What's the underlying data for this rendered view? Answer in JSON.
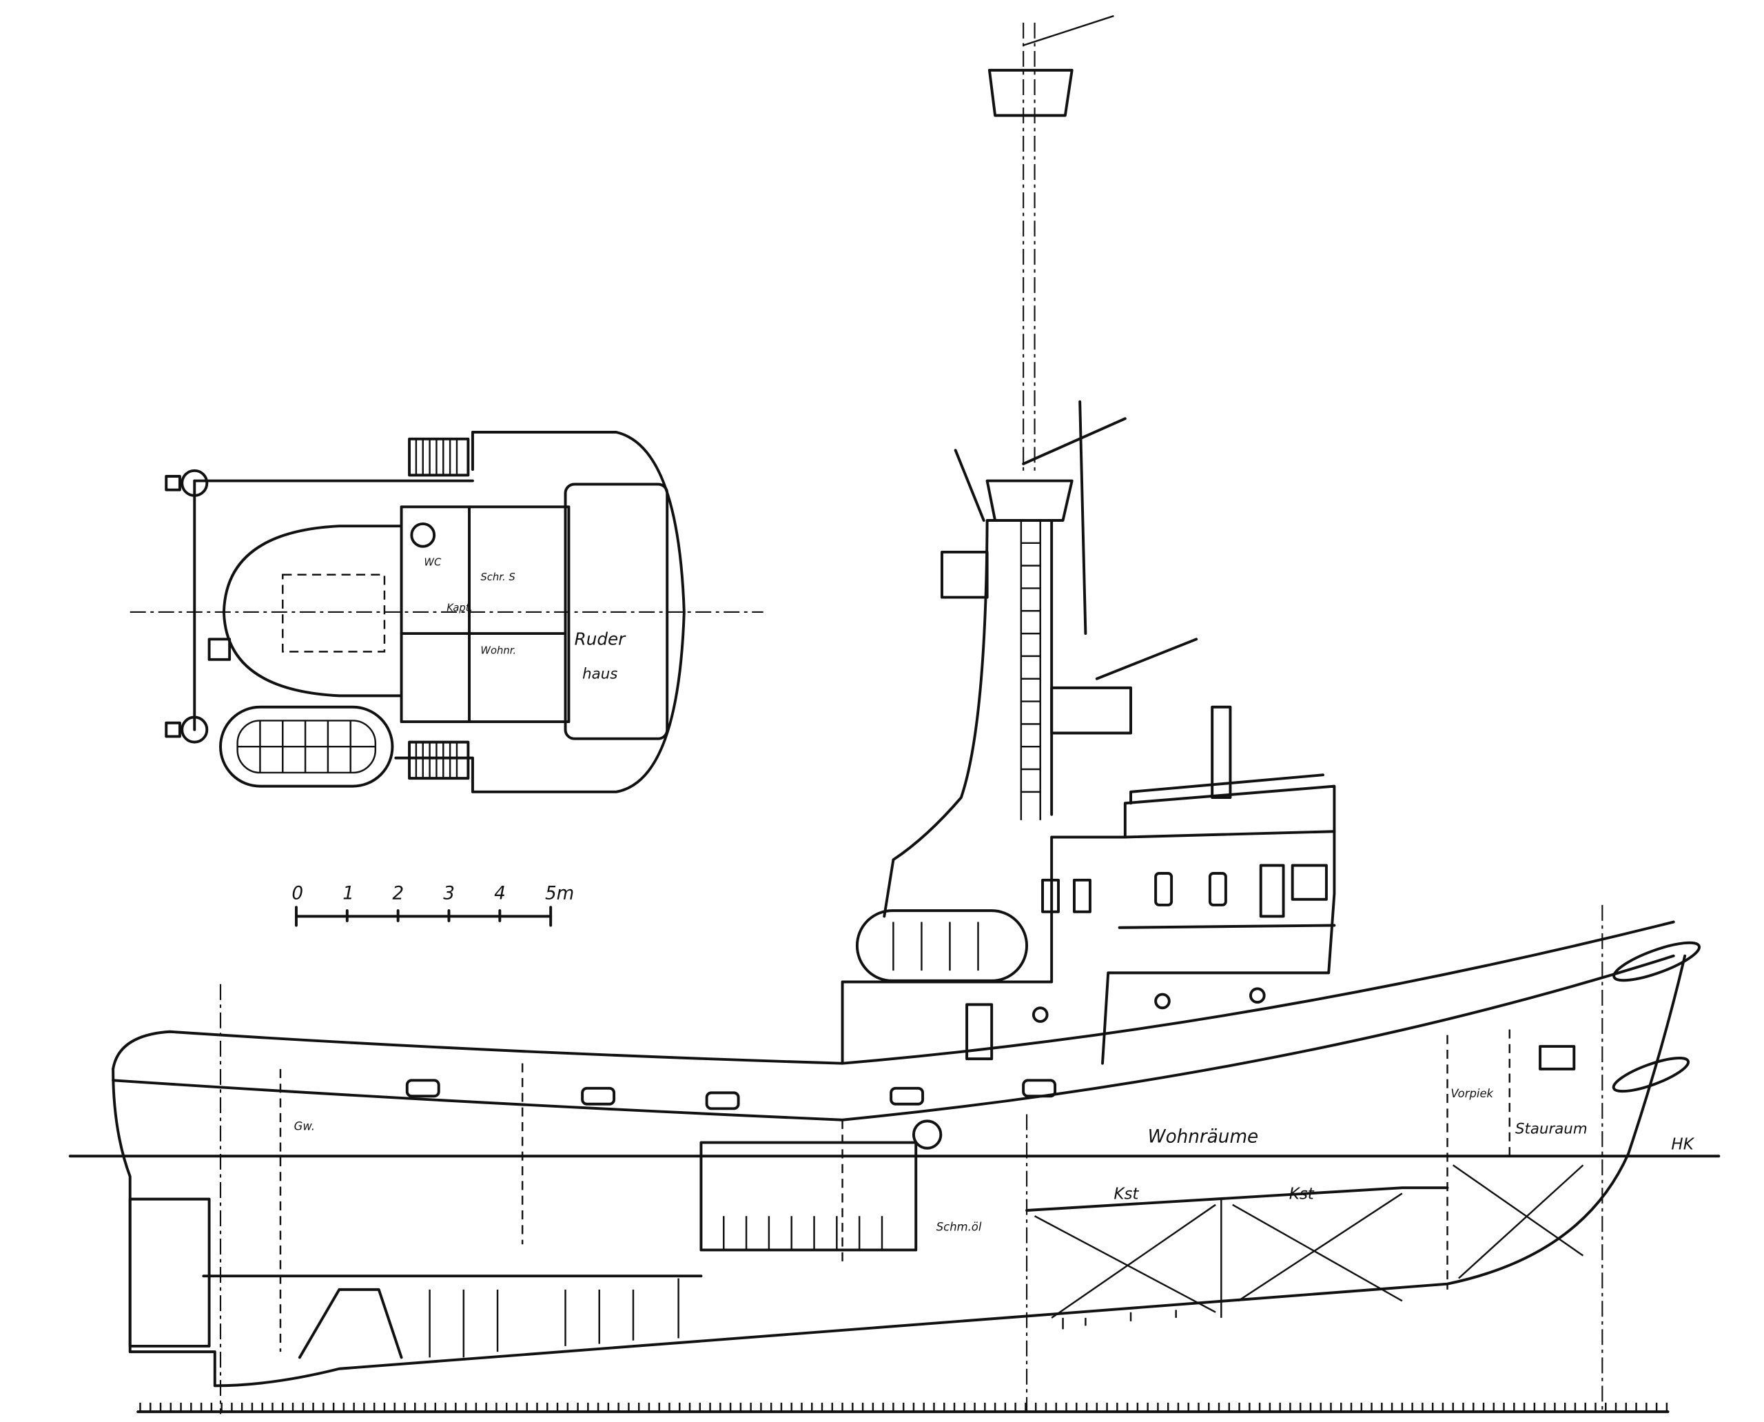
{
  "drawing": {
    "plan_view": {
      "room_label_line1": "Ruder",
      "room_label_line2": "haus",
      "small_labels": [
        "WC",
        "Schr. S",
        "Kapt.",
        "Wohnr."
      ]
    },
    "scale_bar": {
      "ticks": [
        "0",
        "1",
        "2",
        "3",
        "4",
        "5m"
      ]
    },
    "profile_labels": {
      "accommodation": "Wohnräume",
      "storage": "Stauraum",
      "fuel_tank_1": "Kst",
      "fuel_tank_2": "Kst",
      "lube_oil": "Schm.öl",
      "freshwater": "Gw.",
      "forepeak": "Vorpiek",
      "waterline_mark": "HK"
    },
    "colors": {
      "ink": "#111111",
      "paper": "#ffffff"
    }
  }
}
